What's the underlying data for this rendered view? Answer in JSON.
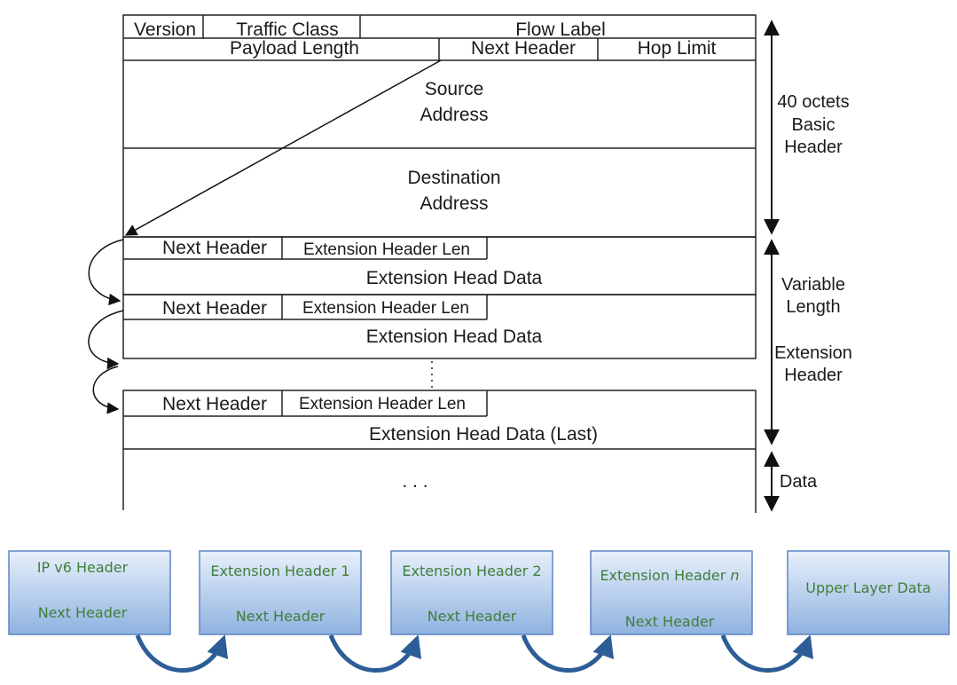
{
  "basic_header": {
    "version": "Version",
    "traffic_class": "Traffic Class",
    "flow_label": "Flow Label",
    "payload_length": "Payload Length",
    "next_header": "Next Header",
    "hop_limit": "Hop Limit",
    "source_line1": "Source",
    "source_line2": "Address",
    "destination_line1": "Destination",
    "destination_line2": "Address"
  },
  "extension_headers": [
    {
      "next_header": "Next Header",
      "length": "Extension Header Len",
      "data": "Extension Head Data"
    },
    {
      "next_header": "Next Header",
      "length": "Extension Header Len",
      "data": "Extension Head Data"
    },
    {
      "next_header": "Next Header",
      "length": "Extension Header Len",
      "data": "Extension Head Data (Last)"
    }
  ],
  "data_ellipsis": ". . .",
  "side_labels": {
    "basic": [
      "40 octets",
      "Basic",
      "Header"
    ],
    "variable": [
      "Variable",
      "Length",
      "Extension",
      "Header"
    ],
    "data": "Data"
  },
  "chain": {
    "boxes": [
      {
        "title": "IP v6 Header",
        "subtitle": "Next Header"
      },
      {
        "title": "Extension Header 1",
        "subtitle": "Next Header"
      },
      {
        "title": "Extension Header 2",
        "subtitle": "Next Header"
      },
      {
        "title": "Extension Header ",
        "title_italic": "n",
        "subtitle": "Next Header"
      },
      {
        "title": "Upper Layer Data",
        "subtitle": ""
      }
    ],
    "box_gradient_top": "#e8f0fb",
    "box_gradient_bottom": "#8fb2e0",
    "box_border": "#5b86c4",
    "arrow_color": "#2d5d96",
    "text_color": "#3f7f3a"
  }
}
